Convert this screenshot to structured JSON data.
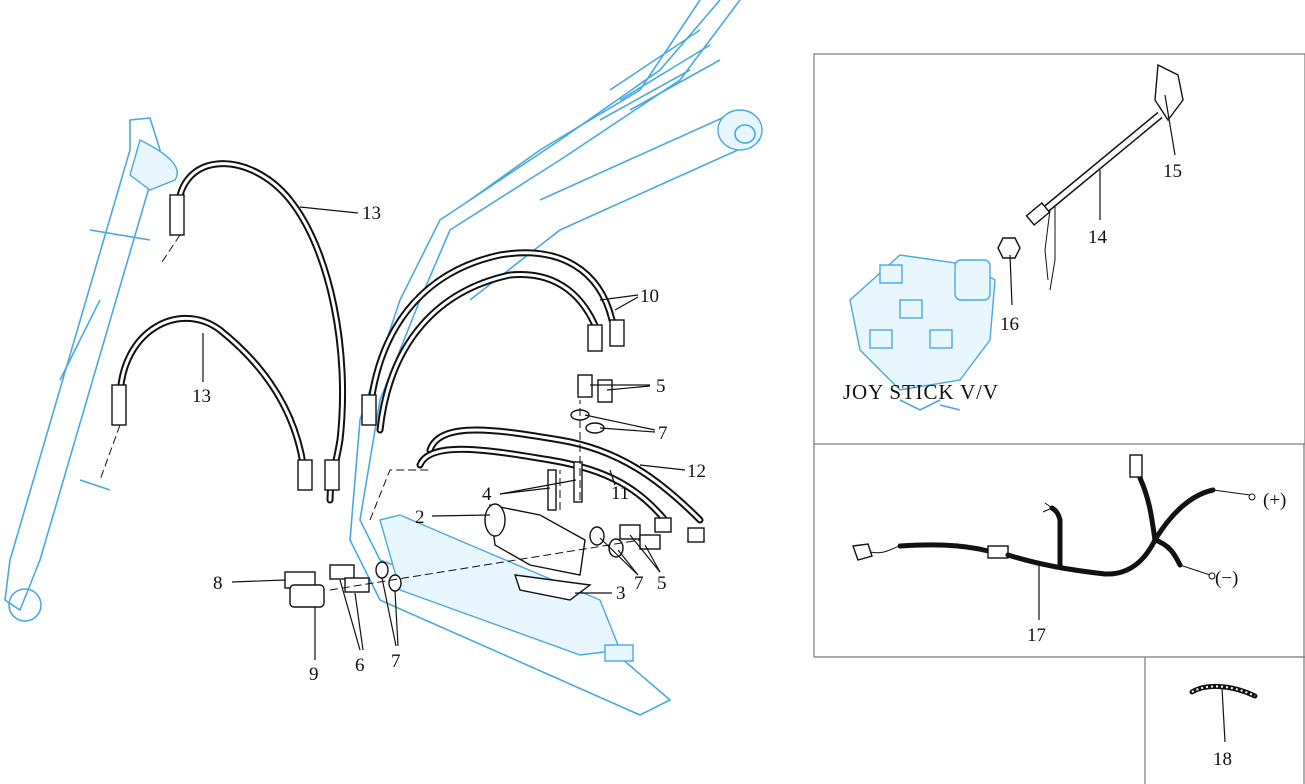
{
  "diagram": {
    "title_caption": "JOY STICK V/V",
    "callouts": {
      "c13a": "13",
      "c13b": "13",
      "c10": "10",
      "c5a": "5",
      "c7a": "7",
      "c12": "12",
      "c11": "11",
      "c4": "4",
      "c2": "2",
      "c3": "3",
      "c7b": "7",
      "c5b": "5",
      "c8": "8",
      "c9": "9",
      "c6": "6",
      "c7c": "7",
      "c15": "15",
      "c14": "14",
      "c16": "16",
      "c17": "17",
      "c18": "18"
    },
    "polarity": {
      "positive": "(+)",
      "negative": "(−)"
    },
    "colors": {
      "machine_outline": "#4aa8e0",
      "parts": "#111111",
      "frame": "#777777"
    }
  }
}
